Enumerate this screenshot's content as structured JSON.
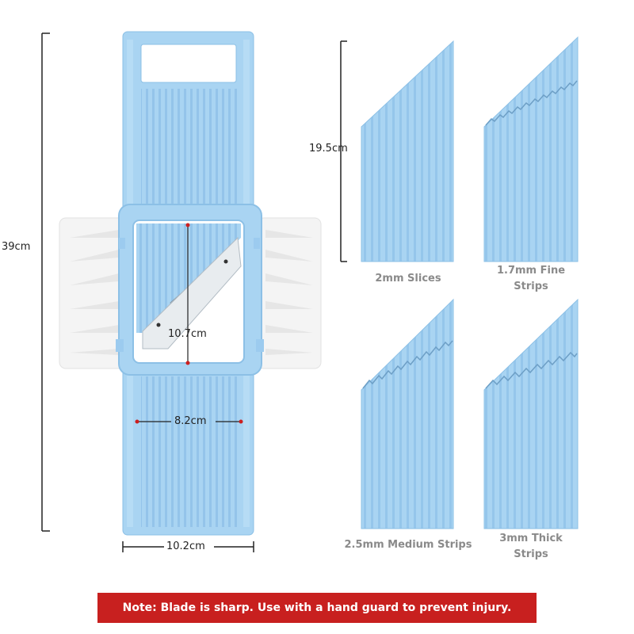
{
  "dimensions": {
    "length": "39cm",
    "width": "10.2cm",
    "blade_width": "8.2cm",
    "blade_window_height": "10.7cm",
    "insert_height": "19.5cm"
  },
  "blades": [
    {
      "label_line1": "2mm Slices",
      "label_line2": ""
    },
    {
      "label_line1": "1.7mm Fine",
      "label_line2": "Strips"
    },
    {
      "label_line1": "2.5mm Medium Strips",
      "label_line2": ""
    },
    {
      "label_line1": "3mm Thick",
      "label_line2": "Strips"
    }
  ],
  "note": "Note: Blade is sharp. Use with a hand guard to prevent injury.",
  "colors": {
    "plastic_blue": "#a9d4f2",
    "plastic_blue_dark": "#8cc0e6",
    "guard_white": "#f4f4f4",
    "note_red": "#c8201f",
    "marker_red": "#cc1f1f"
  }
}
